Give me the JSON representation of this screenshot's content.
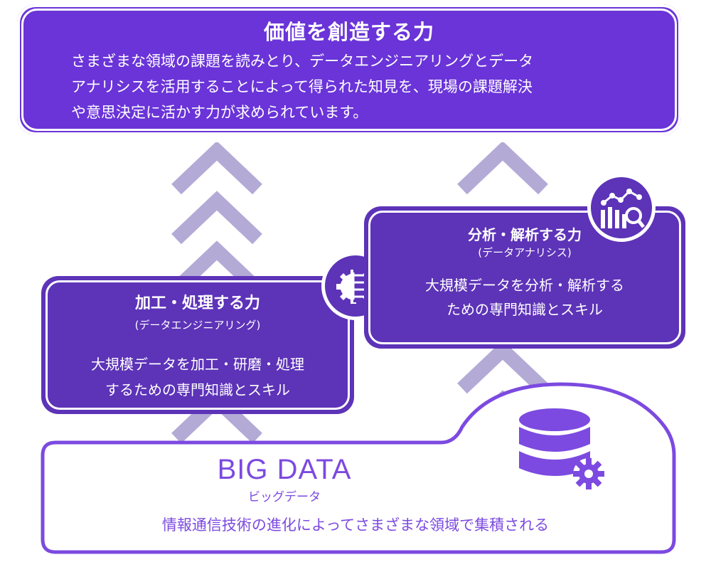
{
  "top": {
    "title": "価値を創造する力",
    "lines": [
      "さまざまな領域の課題を読みとり、データエンジニアリングとデータ",
      "アナリシスを活用することによって得られた知見を、現場の課題解決",
      "や意思決定に活かす力が求められています。"
    ]
  },
  "process": {
    "title": "加工・処理する力",
    "subtitle": "(データエンジニアリング)",
    "lines": [
      "大規模データを加工・研磨・処理",
      "するための専門知識とスキル"
    ],
    "icon": "gear-circuit-icon"
  },
  "analysis": {
    "title": "分析・解析する力",
    "subtitle": "(データアナリシス)",
    "lines": [
      "大規模データを分析・解析する",
      "ための専門知識とスキル"
    ],
    "icon": "chart-magnifier-icon"
  },
  "bigdata": {
    "title": "BIG DATA",
    "subtitle": "ビッグデータ",
    "description": "情報通信技術の進化によってさまざまな領域で集積される",
    "icon": "database-gear-icon"
  },
  "colors": {
    "primary": "#6a34d8",
    "box": "#5d33b8",
    "accent_text": "#7c4ae0",
    "chevron": "#b3aad6"
  }
}
